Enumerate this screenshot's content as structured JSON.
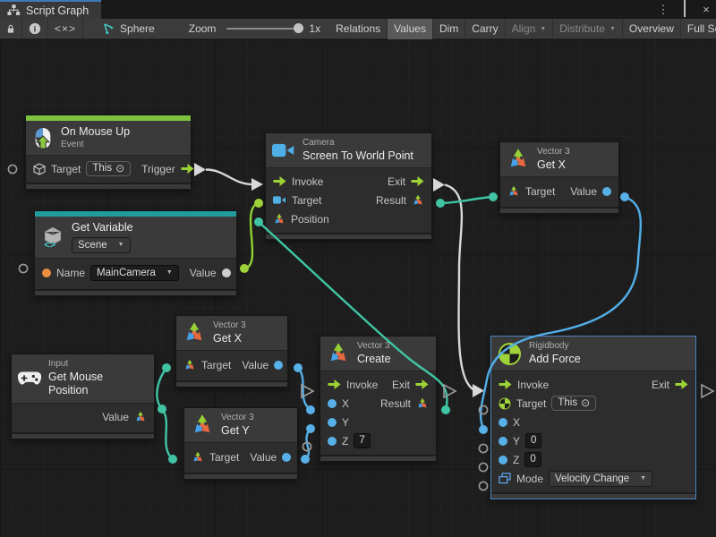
{
  "tab": {
    "title": "Script Graph"
  },
  "window_controls": {
    "menu_glyph": "⋮",
    "close_glyph": "×"
  },
  "ui": {
    "caret": "▼",
    "target_glyph": "⊙"
  },
  "toolbar": {
    "lock_icon": "lock-icon",
    "info_icon": "info-icon",
    "code_toggle_label": "<×>",
    "graph_pointer_label": "Sphere",
    "zoom_label": "Zoom",
    "zoom_value": "1x",
    "buttons": [
      {
        "label": "Relations",
        "active": false,
        "disabled": false,
        "dropdown": false
      },
      {
        "label": "Values",
        "active": true,
        "disabled": false,
        "dropdown": false
      },
      {
        "label": "Dim",
        "active": false,
        "disabled": false,
        "dropdown": false
      },
      {
        "label": "Carry",
        "active": false,
        "disabled": false,
        "dropdown": false
      },
      {
        "label": "Align",
        "active": false,
        "disabled": true,
        "dropdown": true
      },
      {
        "label": "Distribute",
        "active": false,
        "disabled": true,
        "dropdown": true
      },
      {
        "label": "Overview",
        "active": false,
        "disabled": false,
        "dropdown": false
      },
      {
        "label": "Full Screen",
        "active": false,
        "disabled": false,
        "dropdown": false
      }
    ]
  },
  "nodes": {
    "on_mouse_up": {
      "title": "On Mouse Up",
      "subtitle": "Event",
      "target_label": "Target",
      "target_value": "This",
      "trigger_label": "Trigger"
    },
    "get_variable": {
      "title": "Get Variable",
      "scope_value": "Scene",
      "name_label": "Name",
      "name_value": "MainCamera",
      "value_label": "Value"
    },
    "screen_to_world_point": {
      "category": "Camera",
      "title": "Screen To World Point",
      "invoke_label": "Invoke",
      "exit_label": "Exit",
      "target_label": "Target",
      "result_label": "Result",
      "position_label": "Position"
    },
    "get_x_top": {
      "category": "Vector 3",
      "title": "Get X",
      "target_label": "Target",
      "value_label": "Value"
    },
    "get_x_mid": {
      "category": "Vector 3",
      "title": "Get X",
      "target_label": "Target",
      "value_label": "Value"
    },
    "get_y": {
      "category": "Vector 3",
      "title": "Get Y",
      "target_label": "Target",
      "value_label": "Value"
    },
    "get_mouse_position": {
      "category": "Input",
      "title": "Get Mouse Position",
      "value_label": "Value"
    },
    "create_vector3": {
      "category": "Vector 3",
      "title": "Create",
      "invoke_label": "Invoke",
      "exit_label": "Exit",
      "x_label": "X",
      "result_label": "Result",
      "y_label": "Y",
      "z_label": "Z",
      "z_value": "7"
    },
    "add_force": {
      "category": "Rigidbody",
      "title": "Add Force",
      "selected": true,
      "invoke_label": "Invoke",
      "exit_label": "Exit",
      "target_label": "Target",
      "target_value": "This",
      "x_label": "X",
      "y_label": "Y",
      "y_value": "0",
      "z_label": "Z",
      "z_value": "0",
      "mode_label": "Mode",
      "mode_value": "Velocity Change"
    }
  },
  "colors": {
    "event_green": "#7cc23f",
    "variable_teal": "#219b9b",
    "flow_lime": "#9ed336",
    "port_blue": "#58b0e8",
    "port_teal": "#41c4a4",
    "port_orange": "#e98f3e",
    "wire_white": "#d8d8d8",
    "selection_blue": "#4e83c4",
    "tab_accent": "#3d79bb"
  }
}
